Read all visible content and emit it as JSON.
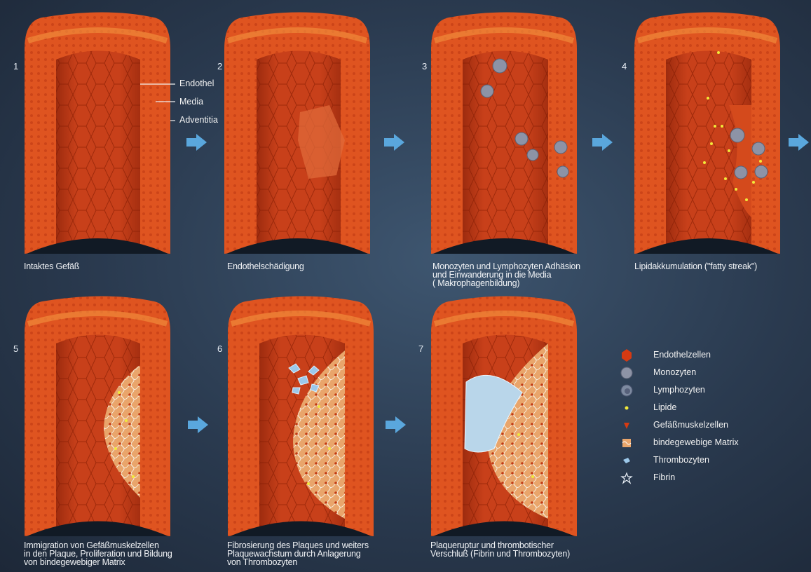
{
  "panels": [
    {
      "number": "1",
      "caption": "Intaktes Gefäß"
    },
    {
      "number": "2",
      "caption": "Endothelschädigung"
    },
    {
      "number": "3",
      "caption": "Monozyten und Lymphozyten Adhäsion\nund Einwanderung  in die Media\n( Makrophagenbildung)"
    },
    {
      "number": "4",
      "caption": "Lipidakkumulation (\"fatty streak\")"
    },
    {
      "number": "5",
      "caption": "Immigration von Gefäßmuskelzellen\nin den Plaque, Proliferation und Bildung\nvon bindegewebiger Matrix"
    },
    {
      "number": "6",
      "caption": "Fibrosierung des Plaques und weiters\nPlaquewachstum durch  Anlagerung\nvon Thrombozyten"
    },
    {
      "number": "7",
      "caption": "Plaqueruptur und thrombotischer\nVerschluß (Fibrin und Thrombozyten)"
    }
  ],
  "layer_labels": [
    "Endothel",
    "Media",
    "Adventitia"
  ],
  "legend": [
    {
      "label": "Endothelzellen",
      "icon": "endothelial-cell-icon"
    },
    {
      "label": "Monozyten",
      "icon": "monocyte-icon"
    },
    {
      "label": "Lymphozyten",
      "icon": "lymphocyte-icon"
    },
    {
      "label": "Lipide",
      "icon": "lipid-dot-icon"
    },
    {
      "label": "Gefäßmuskelzellen",
      "icon": "smooth-muscle-cell-icon"
    },
    {
      "label": "bindegewebige Matrix",
      "icon": "matrix-icon"
    },
    {
      "label": "Thrombozyten",
      "icon": "platelet-icon"
    },
    {
      "label": "Fibrin",
      "icon": "fibrin-icon"
    }
  ],
  "colors": {
    "background": "#2a3a4f",
    "vessel_outer": "#d8481a",
    "vessel_inner": "#c23a12",
    "arrow": "#5aa7dd",
    "lipid": "#f1ea3a",
    "monocyte": "#8d93a6",
    "platelet": "#9cc8ea"
  }
}
